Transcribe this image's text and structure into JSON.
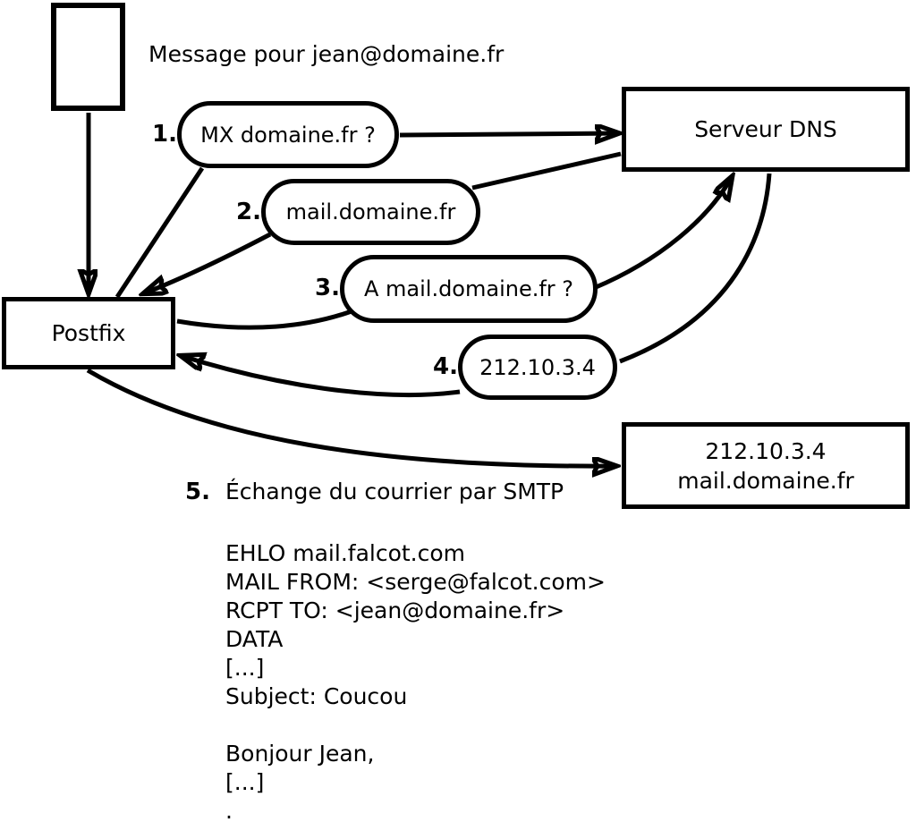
{
  "diagram": {
    "message_label": "Message pour jean@domaine.fr",
    "nodes": {
      "postfix": {
        "label": "Postfix"
      },
      "dns": {
        "label": "Serveur DNS"
      },
      "mailserver": {
        "line1": "212.10.3.4",
        "line2": "mail.domaine.fr"
      }
    },
    "steps": [
      {
        "num": "1.",
        "label": "MX domaine.fr ?"
      },
      {
        "num": "2.",
        "label": "mail.domaine.fr"
      },
      {
        "num": "3.",
        "label": "A mail.domaine.fr ?"
      },
      {
        "num": "4.",
        "label": "212.10.3.4"
      },
      {
        "num": "5.",
        "label": "Échange du courrier par SMTP"
      }
    ],
    "smtp_session": [
      "EHLO mail.falcot.com",
      "MAIL FROM: <serge@falcot.com>",
      "RCPT TO: <jean@domaine.fr>",
      "DATA",
      "[...]",
      "Subject: Coucou",
      "",
      "Bonjour Jean,",
      "[...]",
      "."
    ]
  },
  "colors": {
    "ink": "#000000",
    "background": "#ffffff"
  }
}
